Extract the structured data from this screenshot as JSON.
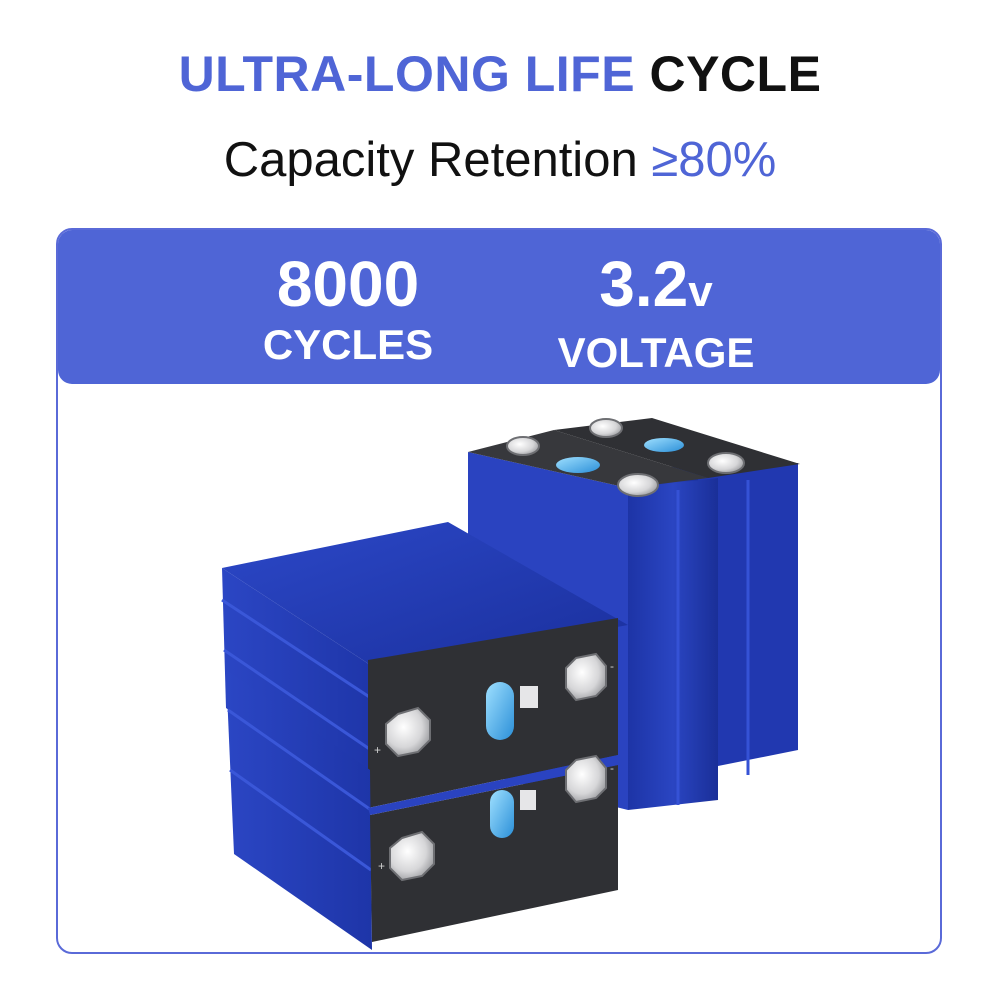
{
  "header": {
    "title_accent": "ULTRA-LONG LIFE",
    "title_dark": "CYCLE",
    "subtitle_text": "Capacity Retention",
    "subtitle_value": "≥80%"
  },
  "stats": {
    "cycles_value": "8000",
    "cycles_label": "CYCLES",
    "voltage_value": "3.2",
    "voltage_unit": "v",
    "voltage_label": "VOLTAGE"
  },
  "terminal_marks": {
    "plus": "+",
    "minus": "-"
  },
  "colors": {
    "accent": "#4f65d6",
    "battery_blue": "#2a44c0",
    "battery_dark": "#1b2c8c",
    "cap_gray": "#2f3034"
  }
}
